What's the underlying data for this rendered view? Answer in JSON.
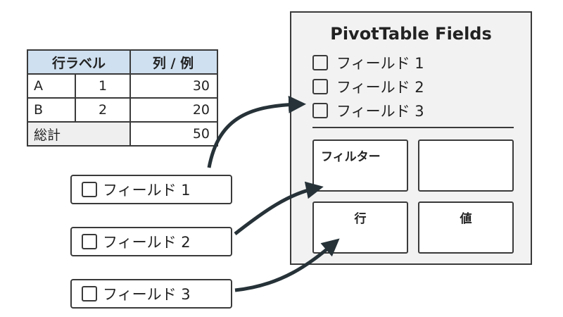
{
  "table": {
    "headers": [
      "行ラベル",
      "列 / 例"
    ],
    "rows": [
      {
        "key": "A",
        "num": "1",
        "value": "30"
      },
      {
        "key": "B",
        "num": "2",
        "value": "20"
      }
    ],
    "total": {
      "label": "総計",
      "value": "50"
    }
  },
  "field_cards": [
    {
      "label": "フィールド 1"
    },
    {
      "label": "フィールド 2"
    },
    {
      "label": "フィールド 3"
    }
  ],
  "panel": {
    "title": "PivotTable Fields",
    "fields": [
      {
        "label": "フィールド 1"
      },
      {
        "label": "フィールド 2"
      },
      {
        "label": "フィールド 3"
      }
    ],
    "zones": {
      "filter": "フィルター",
      "columns": "",
      "rows": "行",
      "values": "値"
    }
  },
  "colors": {
    "header_fill": "#cfe0f0",
    "panel_fill": "#f2f2f2",
    "stroke": "#3a3a3a",
    "arrow": "#263238"
  }
}
